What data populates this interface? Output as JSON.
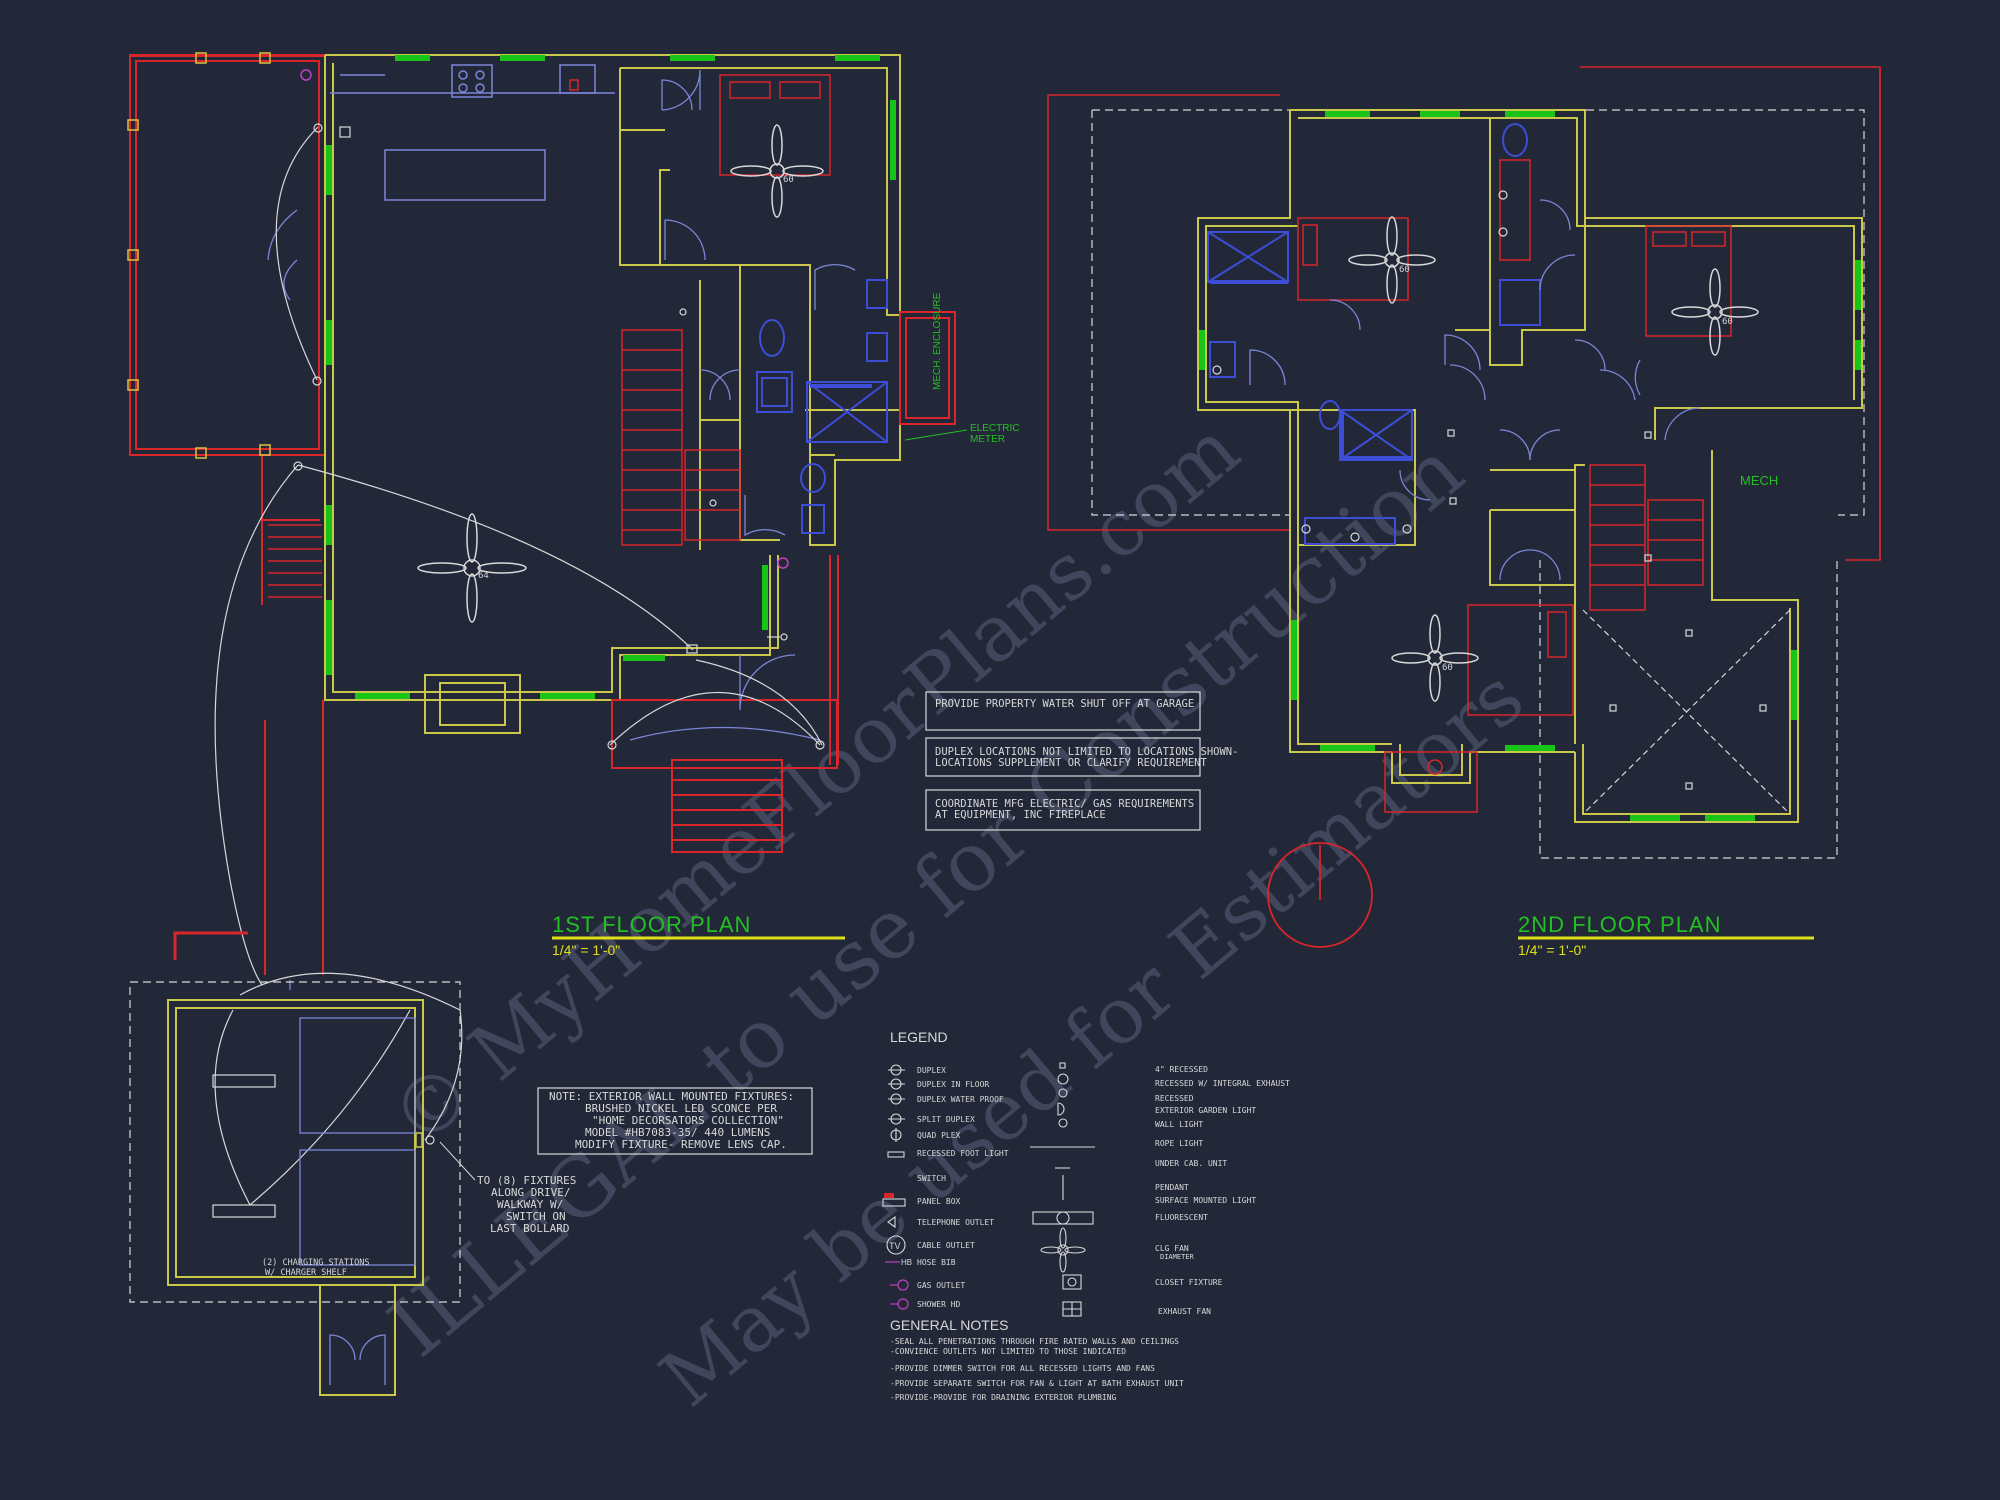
{
  "colors": {
    "background": "#222838",
    "wall": "#c9c84a",
    "window": "#19c419",
    "red_line": "#d8262b",
    "fixture_blue": "#3d4dd8",
    "appliance_lav": "#7b86d8",
    "wiring": "#d8d8d8",
    "green_text": "#22c022",
    "title_underline": "#e0e01a",
    "note_text": "#d8d8d8",
    "magenta": "#c040c0",
    "watermark": "#4a5068"
  },
  "titles": {
    "first_floor": "1ST FLOOR PLAN",
    "first_floor_scale": "1/4\" = 1'-0\"",
    "second_floor": "2ND FLOOR PLAN",
    "second_floor_scale": "1/4\" = 1'-0\""
  },
  "room_labels": {
    "mech_enclosure": "MECH. ENCLOSURE",
    "electric_meter_1": "ELECTRIC",
    "electric_meter_2": "METER",
    "mech": "MECH"
  },
  "fan_labels": {
    "first_kitchen_bed": "60",
    "first_living": "64",
    "second_bed_a": "60",
    "second_bed_b": "60",
    "second_bed_c": "60"
  },
  "notes": {
    "water_shutoff": "PROVIDE  PROPERTY WATER SHUT OFF AT GARAGE",
    "duplex_1": "DUPLEX LOCATIONS NOT LIMITED TO LOCATIONS SHOWN-",
    "duplex_2": "LOCATIONS SUPPLEMENT OR CLARIFY REQUIREMENT",
    "coordinate_1": "COORDINATE MFG ELECTRIC/ GAS REQUIREMENTS",
    "coordinate_2": "AT EQUIPMENT, INC FIREPLACE",
    "exterior_1": "NOTE: EXTERIOR WALL MOUNTED FIXTURES:",
    "exterior_2": "BRUSHED NICKEL LED SCONCE PER",
    "exterior_3": "\"HOME DECORSATORS COLLECTION\"",
    "exterior_4": "MODEL #HB7083-35/ 440 LUMENS",
    "exterior_5": "MODIFY FIXTURE- REMOVE LENS CAP.",
    "fixtures_1": "TO (8) FIXTURES",
    "fixtures_2": "ALONG DRIVE/",
    "fixtures_3": "WALKWAY W/",
    "fixtures_4": "SWITCH ON",
    "fixtures_5": "LAST BOLLARD",
    "charging_1": "(2) CHARGING STATIONS",
    "charging_2": "W/ CHARGER SHELF"
  },
  "legend": {
    "title": "LEGEND",
    "left_items": [
      "DUPLEX",
      "DUPLEX IN FLOOR",
      "DUPLEX WATER PROOF",
      "SPLIT DUPLEX",
      "QUAD PLEX",
      "RECESSED FOOT LIGHT",
      "SWITCH",
      "PANEL BOX",
      "TELEPHONE OUTLET",
      "CABLE OUTLET",
      "HOSE BIB",
      "GAS OUTLET",
      "SHOWER HD"
    ],
    "right_items": [
      "4\" RECESSED",
      "RECESSED W/ INTEGRAL EXHAUST",
      "RECESSED",
      "EXTERIOR GARDEN LIGHT",
      "WALL LIGHT",
      "ROPE LIGHT",
      "UNDER CAB. UNIT",
      "PENDANT",
      "SURFACE MOUNTED LIGHT",
      "FLUORESCENT",
      "CLG FAN",
      "DIAMETER",
      "CLOSET  FIXTURE",
      "EXHAUST FAN"
    ],
    "tv_symbol": "TV",
    "hb_symbol": "HB"
  },
  "general_notes": {
    "title": "GENERAL NOTES",
    "items": [
      "-SEAL ALL PENETRATIONS THROUGH FIRE RATED WALLS AND CEILINGS",
      "-CONVIENCE OUTLETS NOT LIMITED TO THOSE INDICATED",
      "-PROVIDE DIMMER SWITCH FOR ALL RECESSED LIGHTS AND FANS",
      "-PROVIDE SEPARATE SWITCH FOR FAN & LIGHT AT BATH EXHAUST UNIT",
      "-PROVIDE-PROVIDE FOR DRAINING EXTERIOR PLUMBING"
    ]
  },
  "watermark": {
    "line1": "© MyHomeFloorPlans.com",
    "line2": "ILLEGAL to use for Construction",
    "line3": "May be used for Estimators"
  }
}
